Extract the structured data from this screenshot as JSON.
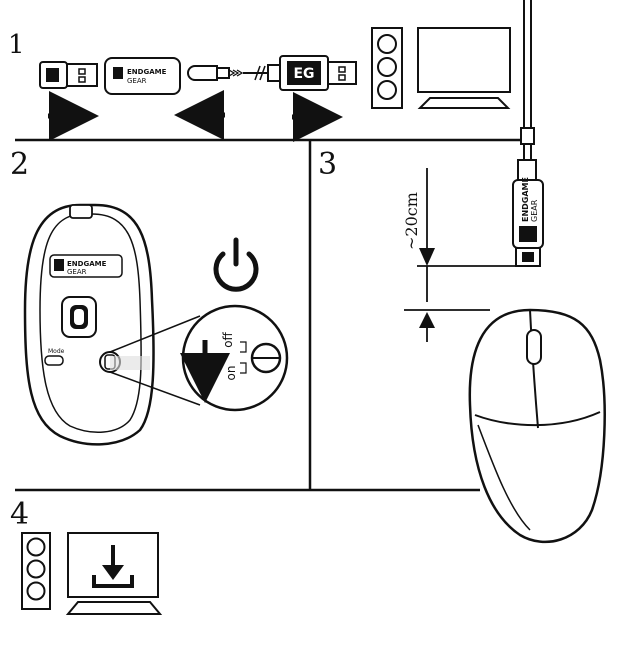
{
  "steps": [
    {
      "number": "1"
    },
    {
      "number": "2"
    },
    {
      "number": "3"
    },
    {
      "number": "4"
    }
  ],
  "brand": {
    "line1": "ENDGAME",
    "line2": "GEAR",
    "logo_glyph": "EG"
  },
  "switch": {
    "off_label": "off",
    "on_label": "on"
  },
  "distance": {
    "label": "~20cm"
  },
  "button_label": "Mode",
  "icons": [
    "usb-receiver-icon",
    "adapter-icon",
    "cable-icon",
    "pc-tower-icon",
    "monitor-icon",
    "power-icon",
    "download-icon",
    "mouse-icon"
  ],
  "colors": {
    "ink": "#111111",
    "paper": "#ffffff",
    "shade": "#dedede"
  }
}
